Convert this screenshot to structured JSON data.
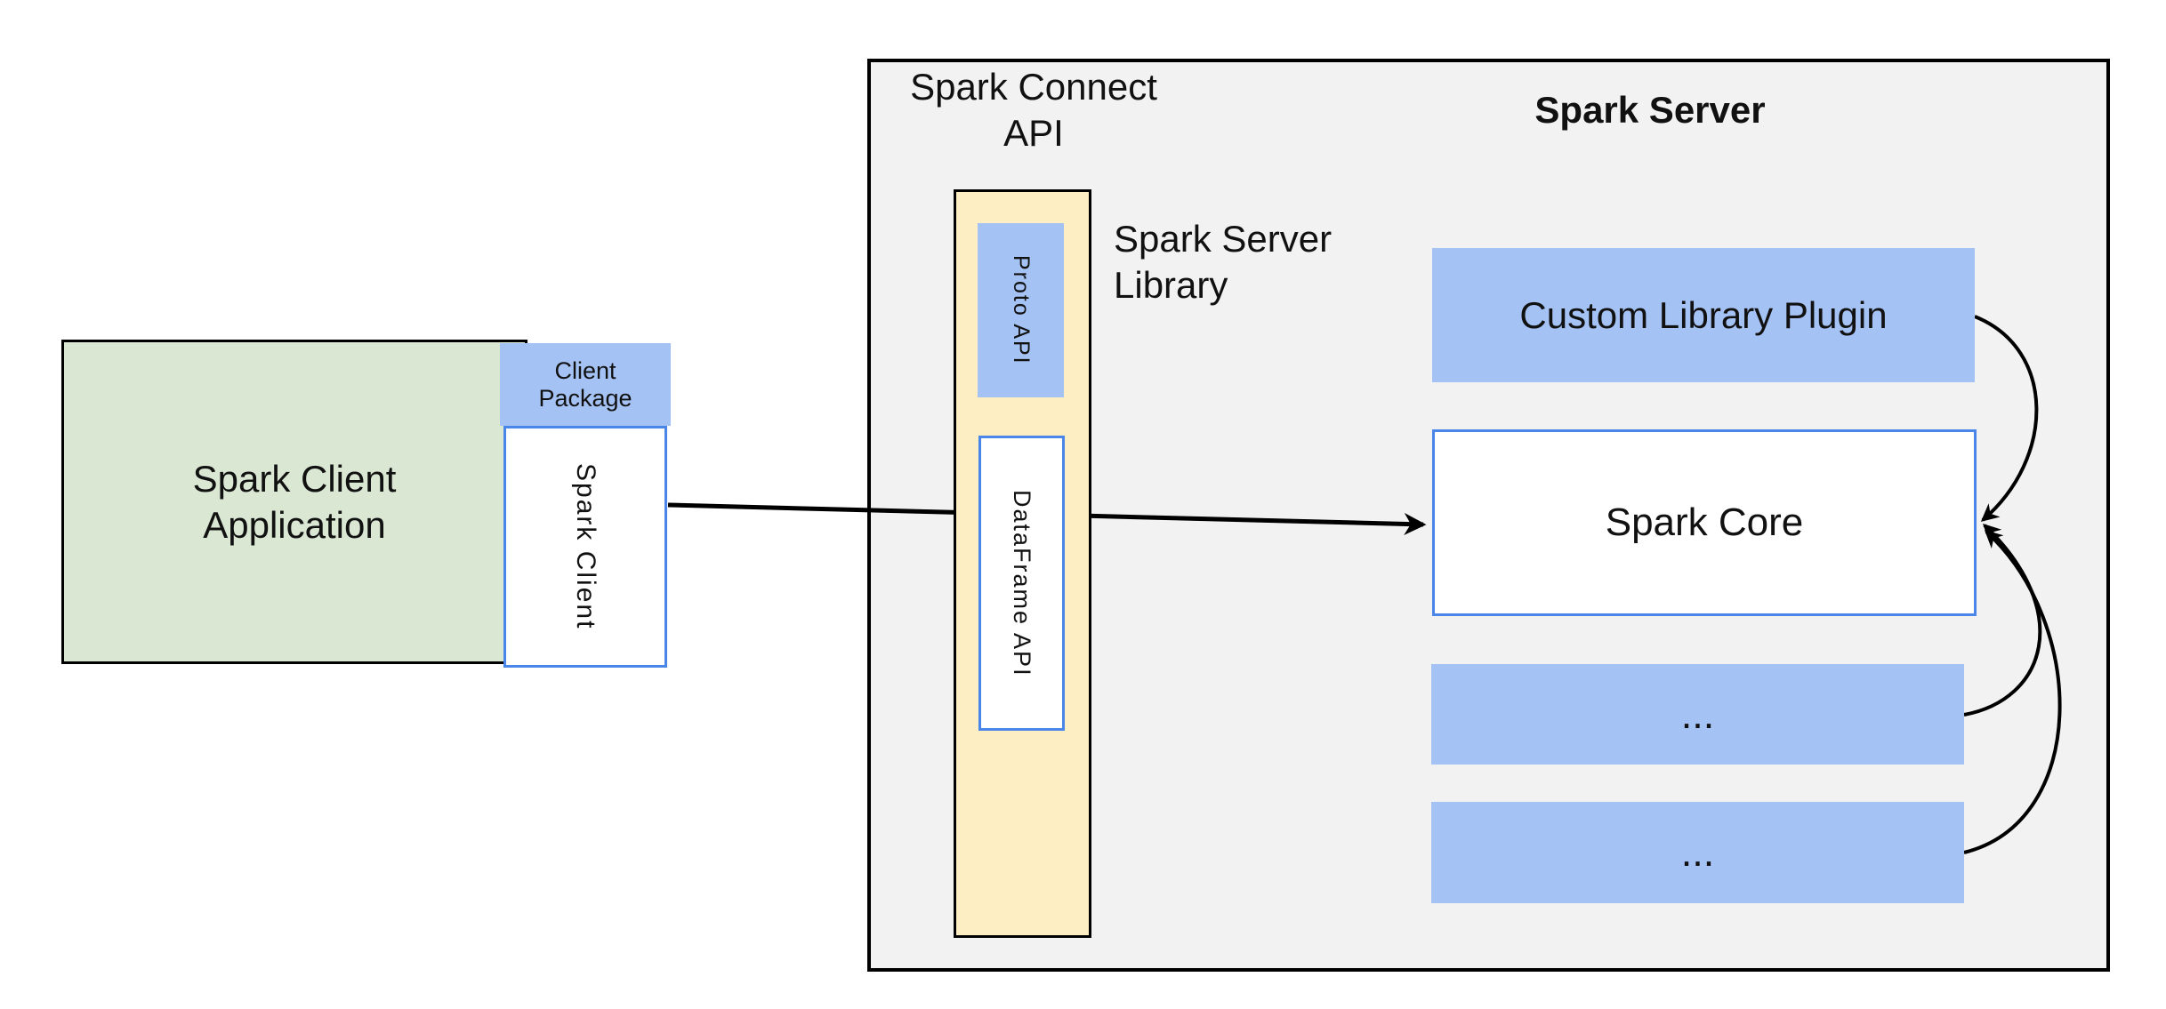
{
  "colors": {
    "canvas_bg": "#ffffff",
    "server_container_fill": "#f2f2f2",
    "client_app_green": "#d9e7d3",
    "accent_blue_fill": "#a4c2f4",
    "bridge_yellow": "#fdeec3",
    "box_border_blue": "#4a86e8",
    "line_black": "#000000"
  },
  "client": {
    "app_label": "Spark Client\nApplication",
    "package_label": "Client\nPackage",
    "client_label": "Spark Client"
  },
  "connect": {
    "api_label": "Spark Connect\nAPI",
    "proto_label": "Proto API",
    "dataframe_label": "DataFrame API",
    "library_label": "Spark Server\nLibrary"
  },
  "server": {
    "title": "Spark Server",
    "plugin_label": "Custom Library Plugin",
    "core_label": "Spark Core",
    "extensions": [
      "...",
      "..."
    ]
  }
}
